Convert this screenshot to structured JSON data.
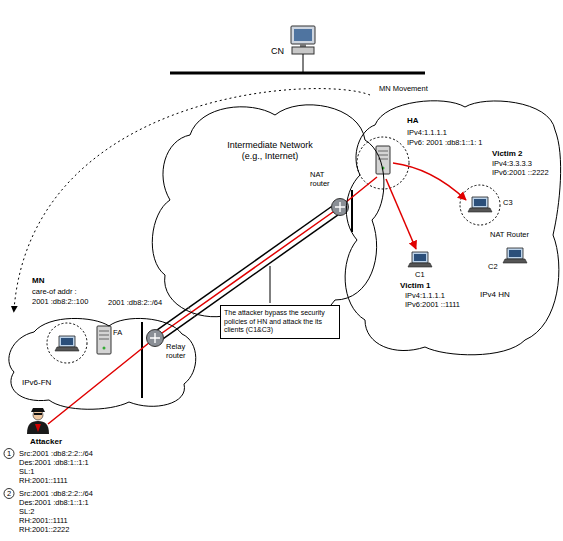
{
  "diagram": {
    "nodes": [
      {
        "text": [
          "Intermediate Network (e.g., Internet)"
        ]
      },
      {
        "text": [
          "The attacker bypass the security policies of HN and attack the its clients (C1&C3)"
        ],
        "in": 0
      },
      {
        "text": [
          "IPv4 HN"
        ]
      },
      {
        "text": [
          "IPv6-FN"
        ]
      }
    ],
    "edges": [
      {
        "from": 2,
        "to": 3,
        "arrow": "to",
        "label": "MN Movement"
      },
      {
        "from": 3,
        "to": 2,
        "arrow": "none"
      }
    ],
    "labels": [
      "CN",
      "HA",
      "IPv4:1.1.1.1",
      "IPv6: 2001 :db8:1::1: 1",
      "NAT router",
      "Victim 2",
      "IPv4:3.3.3.3",
      "IPv6:2001 ::2222",
      "C3",
      "NAT Router",
      "C2",
      "C1",
      "Victim 1",
      "IPv4:1.1.1.1",
      "IPv6:2001 ::1111",
      "MN",
      "care-of addr :",
      "2001 :db8:2::100",
      "2001 :db8:2::/64",
      "FA",
      "Relay router",
      "Attacker",
      "1",
      "Src:2001 :db8:2:2::/64",
      "Des:2001 :db8:1::1:1",
      "SL:1",
      "RH:2001::1111",
      "2",
      "Src:2001 :db8:2:2::/64",
      "Des:2001 :db8:1::1:1",
      "SL:2",
      "RH:2001::1111",
      "RH:2001::2222"
    ]
  }
}
